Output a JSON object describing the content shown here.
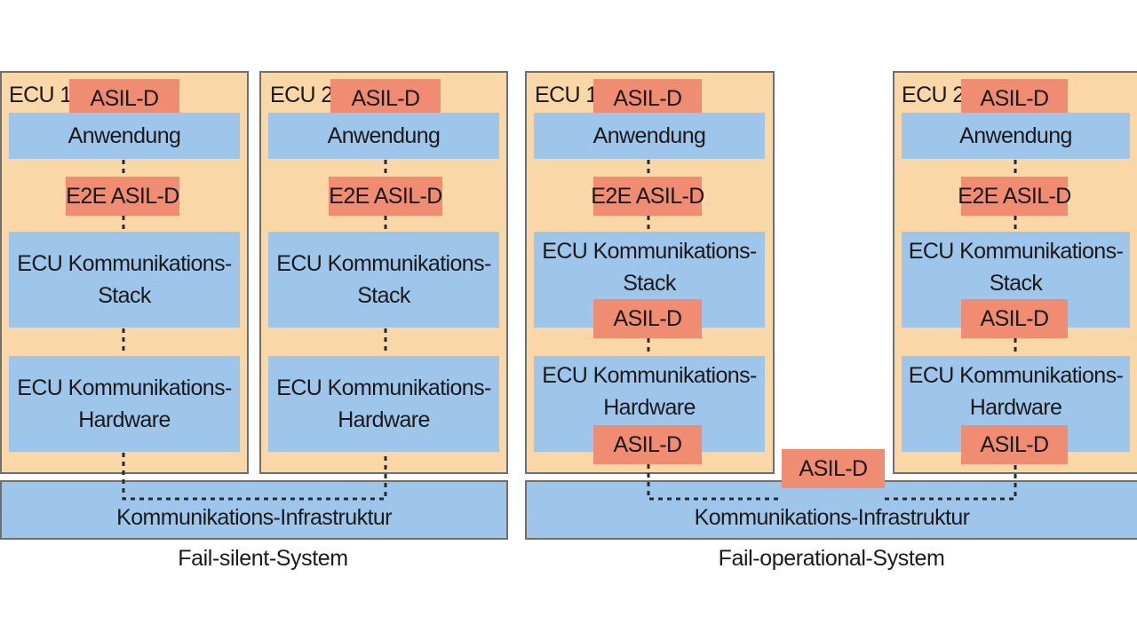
{
  "asil_label": "ASIL-D",
  "e2e_label": "E2E ASIL-D",
  "application_label": "Anwendung",
  "stack_label": [
    "ECU Kommunikations-",
    "Stack"
  ],
  "hardware_label": [
    "ECU Kommunikations-",
    "Hardware"
  ],
  "infrastructure_label": "Kommunikations-Infrastruktur",
  "systems": [
    {
      "caption": "Fail-silent-System",
      "ecus": [
        {
          "name": "ECU 1"
        },
        {
          "name": "ECU 2"
        }
      ]
    },
    {
      "caption": "Fail-operational-System",
      "ecus": [
        {
          "name": "ECU 1"
        },
        {
          "name": "ECU 2"
        }
      ]
    }
  ],
  "colors": {
    "ecu_fill": "#f9d7a6",
    "layer_fill": "#9ec6ea",
    "asil_fill": "#ef8c71",
    "border": "#6f6f6f"
  }
}
